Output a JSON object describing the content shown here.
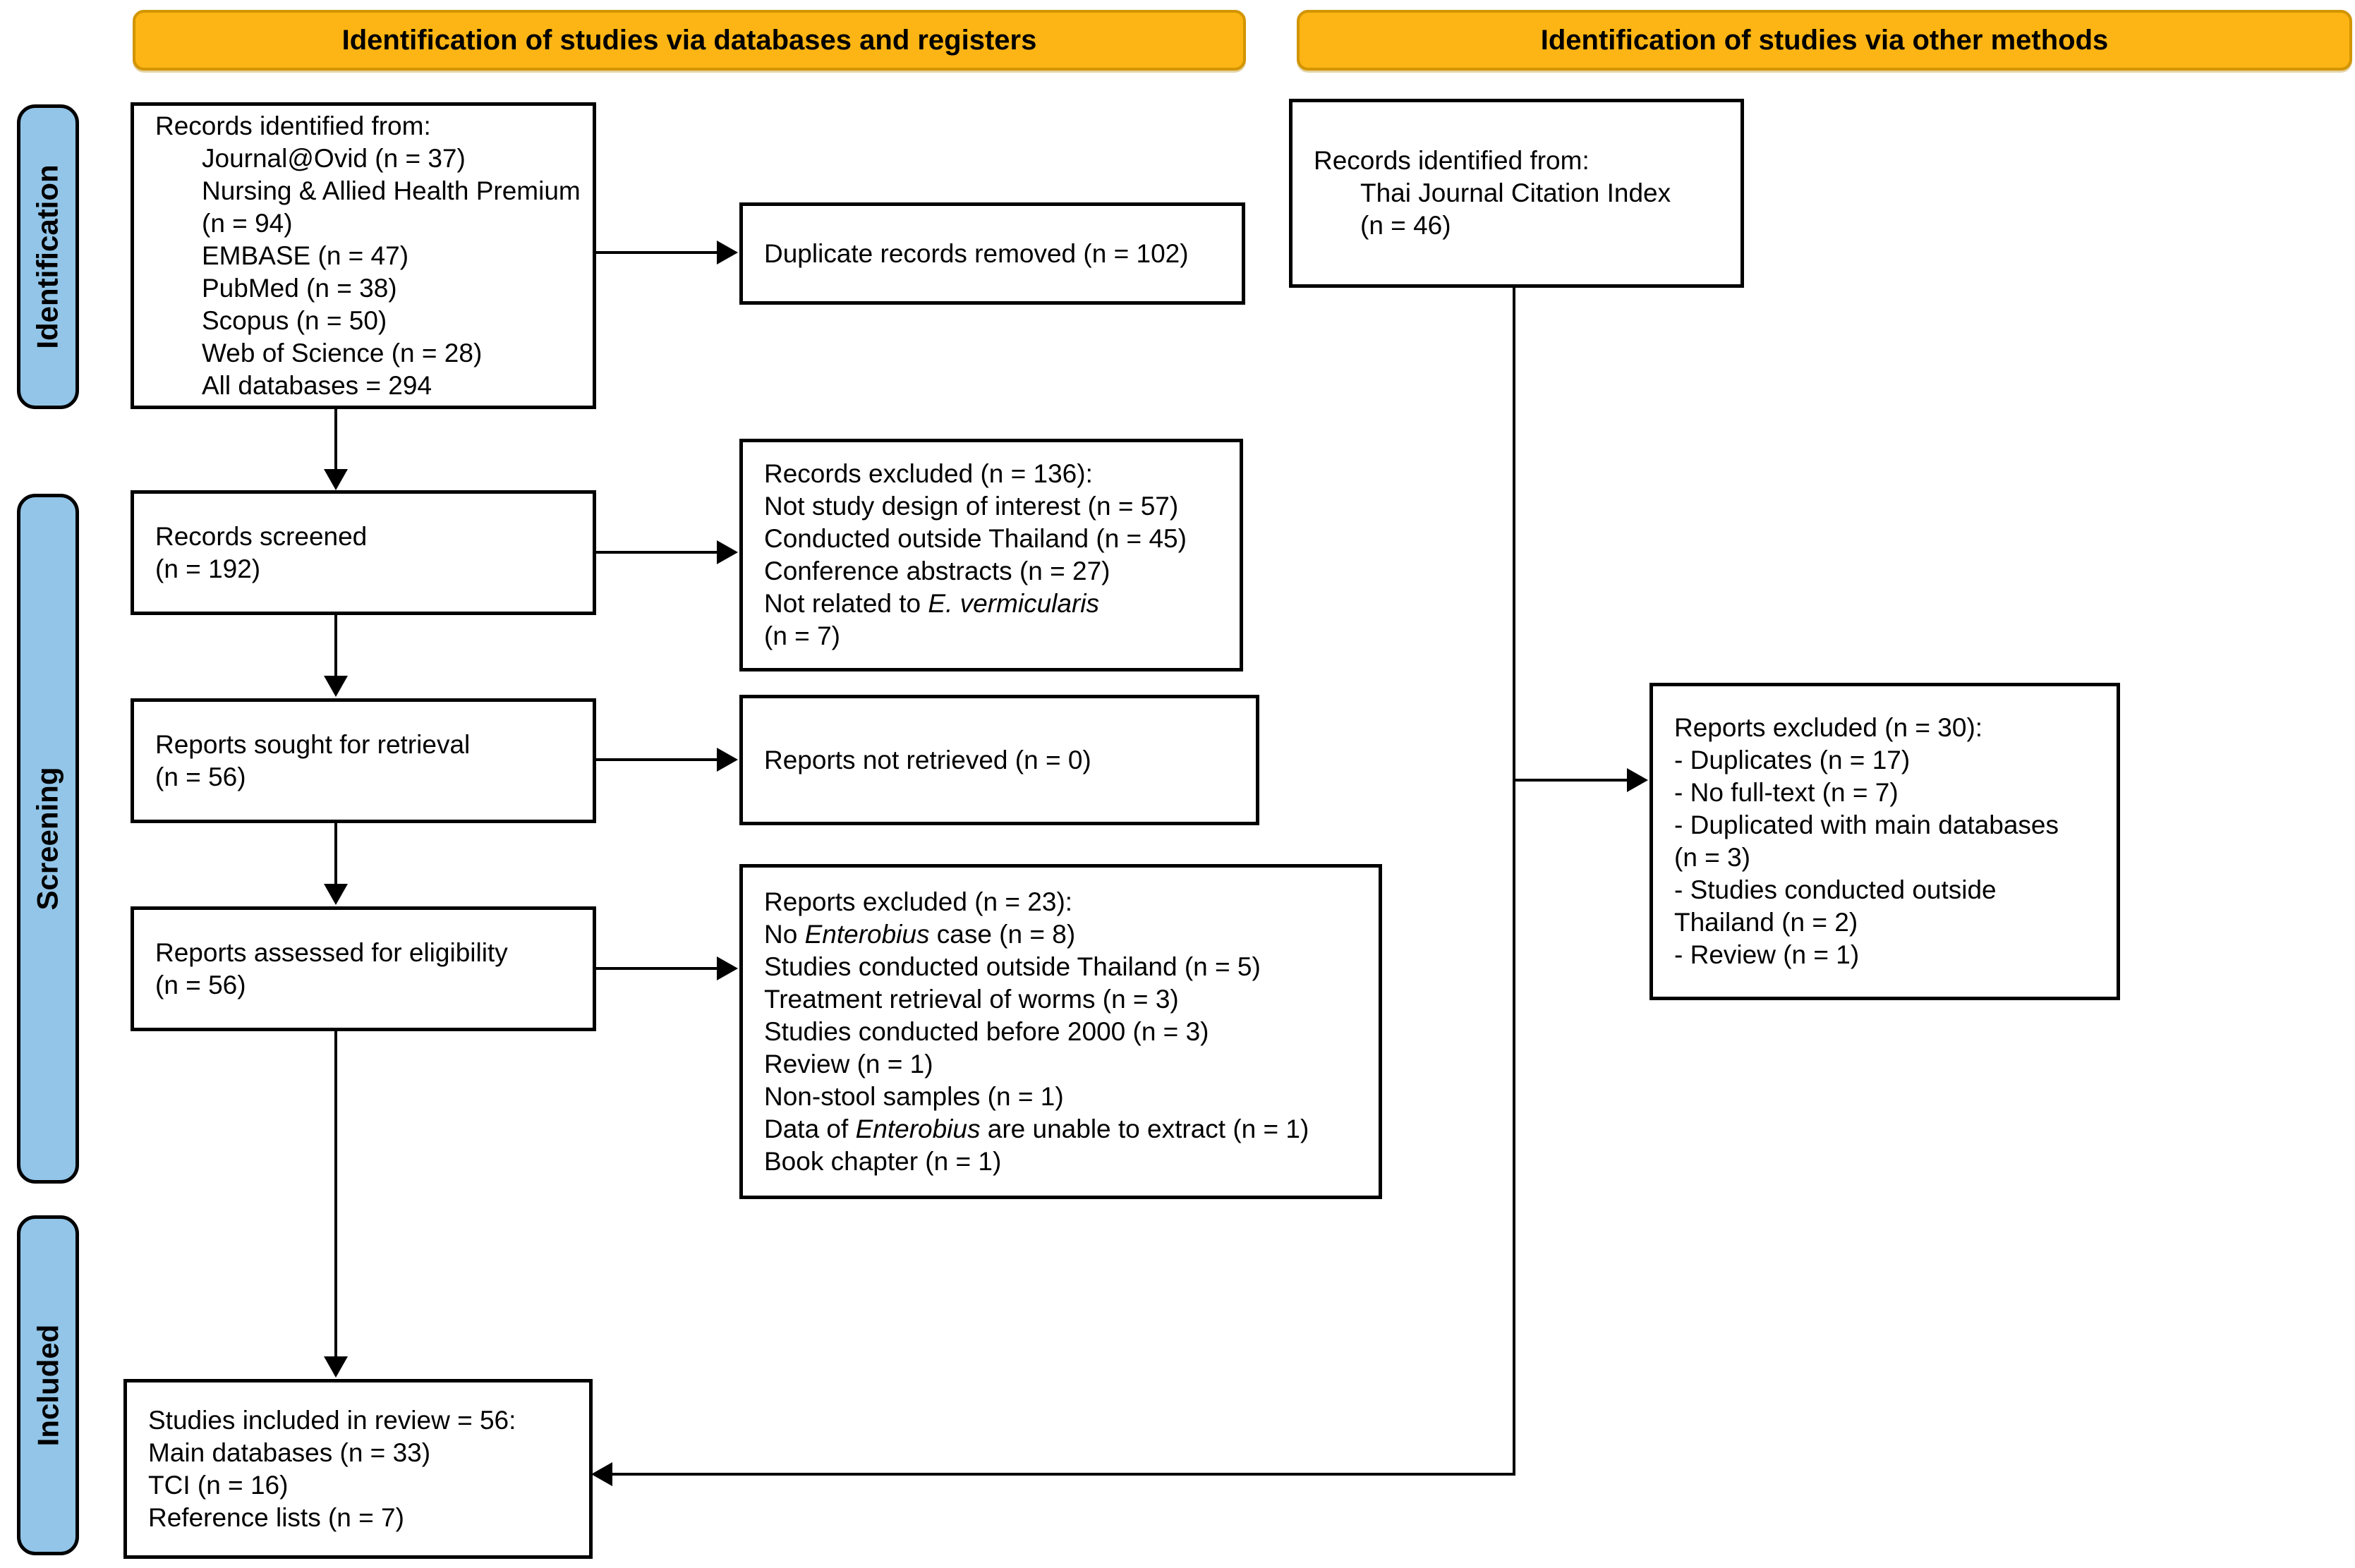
{
  "banners": {
    "left": "Identification of studies via databases and registers",
    "right": "Identification of studies via other methods"
  },
  "stages": {
    "identification": "Identification",
    "screening": "Screening",
    "included": "Included"
  },
  "colors": {
    "banner_fill": "#FCB514",
    "banner_border": "#D29500",
    "stage_fill": "#92C5E8",
    "box_border": "#000000"
  },
  "boxes": {
    "records_identified": {
      "lines": [
        {
          "seg": [
            {
              "t": "Records identified from:"
            }
          ]
        },
        {
          "ind": true,
          "seg": [
            {
              "t": "Journal@Ovid (n = 37)"
            }
          ]
        },
        {
          "ind": true,
          "seg": [
            {
              "t": "Nursing & Allied Health Premium"
            }
          ]
        },
        {
          "ind": true,
          "seg": [
            {
              "t": "(n = 94)"
            }
          ]
        },
        {
          "ind": true,
          "seg": [
            {
              "t": "EMBASE (n = 47)"
            }
          ]
        },
        {
          "ind": true,
          "seg": [
            {
              "t": "PubMed (n = 38)"
            }
          ]
        },
        {
          "ind": true,
          "seg": [
            {
              "t": "Scopus (n = 50)"
            }
          ]
        },
        {
          "ind": true,
          "seg": [
            {
              "t": "Web of Science (n = 28)"
            }
          ]
        },
        {
          "ind": true,
          "seg": [
            {
              "t": "All databases = 294"
            }
          ]
        }
      ]
    },
    "duplicate_removed": {
      "lines": [
        {
          "seg": [
            {
              "t": "Duplicate records removed (n = 102)"
            }
          ]
        }
      ]
    },
    "records_screened": {
      "lines": [
        {
          "seg": [
            {
              "t": "Records screened"
            }
          ]
        },
        {
          "seg": [
            {
              "t": "(n = 192)"
            }
          ]
        }
      ]
    },
    "records_excluded": {
      "lines": [
        {
          "seg": [
            {
              "t": "Records excluded (n = 136):"
            }
          ]
        },
        {
          "seg": [
            {
              "t": "Not study design of interest (n = 57)"
            }
          ]
        },
        {
          "seg": [
            {
              "t": "Conducted outside Thailand (n = 45)"
            }
          ]
        },
        {
          "seg": [
            {
              "t": "Conference abstracts (n = 27)"
            }
          ]
        },
        {
          "seg": [
            {
              "t": "Not related to "
            },
            {
              "t": "E. vermicularis",
              "i": true
            }
          ]
        },
        {
          "seg": [
            {
              "t": "(n = 7)"
            }
          ]
        }
      ]
    },
    "reports_sought": {
      "lines": [
        {
          "seg": [
            {
              "t": "Reports sought for retrieval"
            }
          ]
        },
        {
          "seg": [
            {
              "t": "(n = 56)"
            }
          ]
        }
      ]
    },
    "reports_not_retrieved": {
      "lines": [
        {
          "seg": [
            {
              "t": "Reports not retrieved (n = 0)"
            }
          ]
        }
      ]
    },
    "reports_assessed": {
      "lines": [
        {
          "seg": [
            {
              "t": "Reports assessed for eligibility"
            }
          ]
        },
        {
          "seg": [
            {
              "t": "(n = 56)"
            }
          ]
        }
      ]
    },
    "reports_excluded_23": {
      "lines": [
        {
          "seg": [
            {
              "t": "Reports excluded (n = 23):"
            }
          ]
        },
        {
          "seg": [
            {
              "t": "No "
            },
            {
              "t": "Enterobius",
              "i": true
            },
            {
              "t": " case (n = 8)"
            }
          ]
        },
        {
          "seg": [
            {
              "t": "Studies conducted outside Thailand (n = 5)"
            }
          ]
        },
        {
          "seg": [
            {
              "t": "Treatment retrieval of worms (n = 3)"
            }
          ]
        },
        {
          "seg": [
            {
              "t": "Studies conducted before 2000 (n = 3)"
            }
          ]
        },
        {
          "seg": [
            {
              "t": "Review (n = 1)"
            }
          ]
        },
        {
          "seg": [
            {
              "t": "Non-stool samples (n = 1)"
            }
          ]
        },
        {
          "seg": [
            {
              "t": "Data of "
            },
            {
              "t": "Enterobius",
              "i": true
            },
            {
              "t": " are unable to extract (n = 1)"
            }
          ]
        },
        {
          "seg": [
            {
              "t": "Book chapter (n = 1)"
            }
          ]
        }
      ]
    },
    "tci_identified": {
      "lines": [
        {
          "seg": [
            {
              "t": "Records identified from:"
            }
          ]
        },
        {
          "ind": true,
          "seg": [
            {
              "t": "Thai Journal Citation Index"
            }
          ]
        },
        {
          "ind": true,
          "seg": [
            {
              "t": "(n = 46)"
            }
          ]
        }
      ]
    },
    "reports_excluded_30": {
      "lines": [
        {
          "seg": [
            {
              "t": "Reports excluded (n = 30):"
            }
          ]
        },
        {
          "seg": [
            {
              "t": "- Duplicates (n = 17)"
            }
          ]
        },
        {
          "seg": [
            {
              "t": "- No full-text (n = 7)"
            }
          ]
        },
        {
          "seg": [
            {
              "t": "- Duplicated with main databases"
            }
          ]
        },
        {
          "seg": [
            {
              "t": "(n = 3)"
            }
          ]
        },
        {
          "seg": [
            {
              "t": "- Studies conducted outside"
            }
          ]
        },
        {
          "seg": [
            {
              "t": "Thailand (n = 2)"
            }
          ]
        },
        {
          "seg": [
            {
              "t": "- Review (n = 1)"
            }
          ]
        }
      ]
    },
    "studies_included": {
      "lines": [
        {
          "seg": [
            {
              "t": "Studies included in review = 56:"
            }
          ]
        },
        {
          "seg": [
            {
              "t": "Main databases (n = 33)"
            }
          ]
        },
        {
          "seg": [
            {
              "t": "TCI (n = 16)"
            }
          ]
        },
        {
          "seg": [
            {
              "t": "Reference lists (n = 7)"
            }
          ]
        }
      ]
    }
  }
}
